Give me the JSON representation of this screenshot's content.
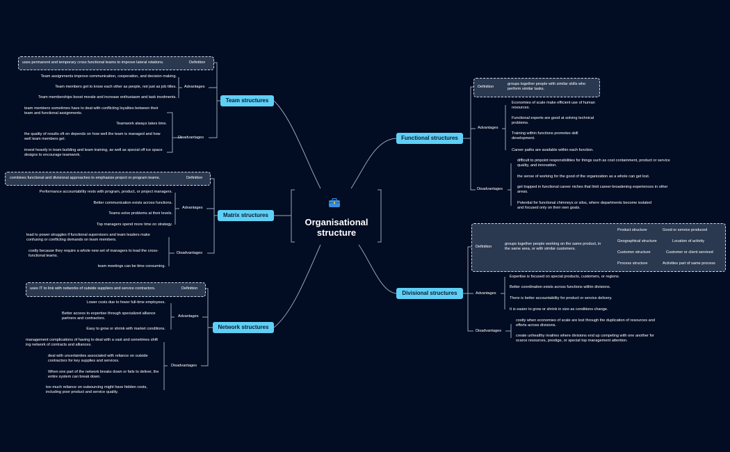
{
  "center": {
    "icon": "briefcase-icon",
    "title": "Organisational structure"
  },
  "labels": {
    "definition": "Definition",
    "advantages": "Advantages",
    "disadvantages": "Disadvantages"
  },
  "colors": {
    "background": "#020c22",
    "topic": "#5fd0f5",
    "line": "#9aa7b8",
    "dashed_box": "#2a3850"
  },
  "team": {
    "title": "Team structures",
    "definition": "uses permanent and temporary cross functional teams to improve lateral relations.",
    "advantages": [
      "Team assignments improve communication, cooperation, and decision making.",
      "Team members get to know each other as people, not just as job titles.",
      "Team memberships boost morale and increase enthusiasm and task involments."
    ],
    "disadvantages": [
      "team members sometimes have to deal with conflicting loyalties between their team and functional assignments.",
      "Teamwork always takes time.",
      "the quality of results oft en depends on how well the team is managed and how well team members gel.",
      "invest heavily in team building and team training, as well as special off ice space designs to encourage teamwork."
    ]
  },
  "matrix": {
    "title": "Matrix structures",
    "definition": "combines functional and divisional approaches to emphasize project or program teams.",
    "advantages": [
      "Performance accountability rests with program, product, or project managers.",
      "Better communication exists across functions.",
      "Teams solve problems at their levels.",
      "Top managers spend more time on strategy."
    ],
    "disadvantages": [
      "lead to power struggles if functional supervisors and team leaders make confusing or conflicting demands on team members.",
      "costly because they require a whole new set of managers to lead the cross-functional teams.",
      "team meetings can be time consuming."
    ]
  },
  "network": {
    "title": "Network structures",
    "definition": "uses IT to link with networks of outside suppliers and service contractors.",
    "advantages": [
      "Lower costs due to fewer full-time employees.",
      "Better access to expertise through specialized alliance partners and contractors.",
      "Easy to grow or shrink with market conditions."
    ],
    "disadvantages": [
      "management complications of having to deal with a vast and sometimes shift ing network of contracts and alliances.",
      "deal with uncertainties associated with reliance on outside contractors for key supplies and services.",
      "When one part of the network breaks down or fails to deliver, the entire system can break  down.",
      "too much reliance on outsourcing might have hidden costs, including poor product and service quality."
    ]
  },
  "functional": {
    "title": "Functional structures",
    "definition": "groups together people with similar skills who perform similar tasks.",
    "advantages": [
      "Economies of scale make efficient use of human resources.",
      "Functional experts are good at solving technical problems.",
      "Training within functions promotes skill development.",
      "Career paths are available within each function."
    ],
    "disadvantages": [
      "difficult to pinpoint responsibilities for things such as cost containment, product or service quality, and innovation.",
      "the sense of working for the good of the organization as a whole can get lost.",
      "get trapped in functional career niches that limit career-broadening experiences in other areas.",
      "Potential for functional chimneys or silos, where departments become isolated and focused only on their own goals."
    ]
  },
  "divisional": {
    "title": "Divisional structures",
    "definition": "groups together people working on the same product, in the same area, or with similar customers.",
    "types": [
      {
        "name": "Product structure",
        "basis": "Good or service produced"
      },
      {
        "name": "Geographical structure",
        "basis": "Location of activity"
      },
      {
        "name": "Customer structure",
        "basis": "Customer or client serviced"
      },
      {
        "name": "Process structure",
        "basis": "Activities part of same process"
      }
    ],
    "advantages": [
      "Expertise is focused on special products, customers, or regions.",
      "Better coordination exists across functions within divisions.",
      "There is better accountability for product or service delivery.",
      "It is easier to grow or shrink in size as conditions change."
    ],
    "disadvantages": [
      "costly when economies of scale are lost through the duplication of resources and efforts across divisions.",
      "create unhealthy rivalries where divisions end up competing with one another for scarce resources, prestige, or special top management attention."
    ]
  }
}
